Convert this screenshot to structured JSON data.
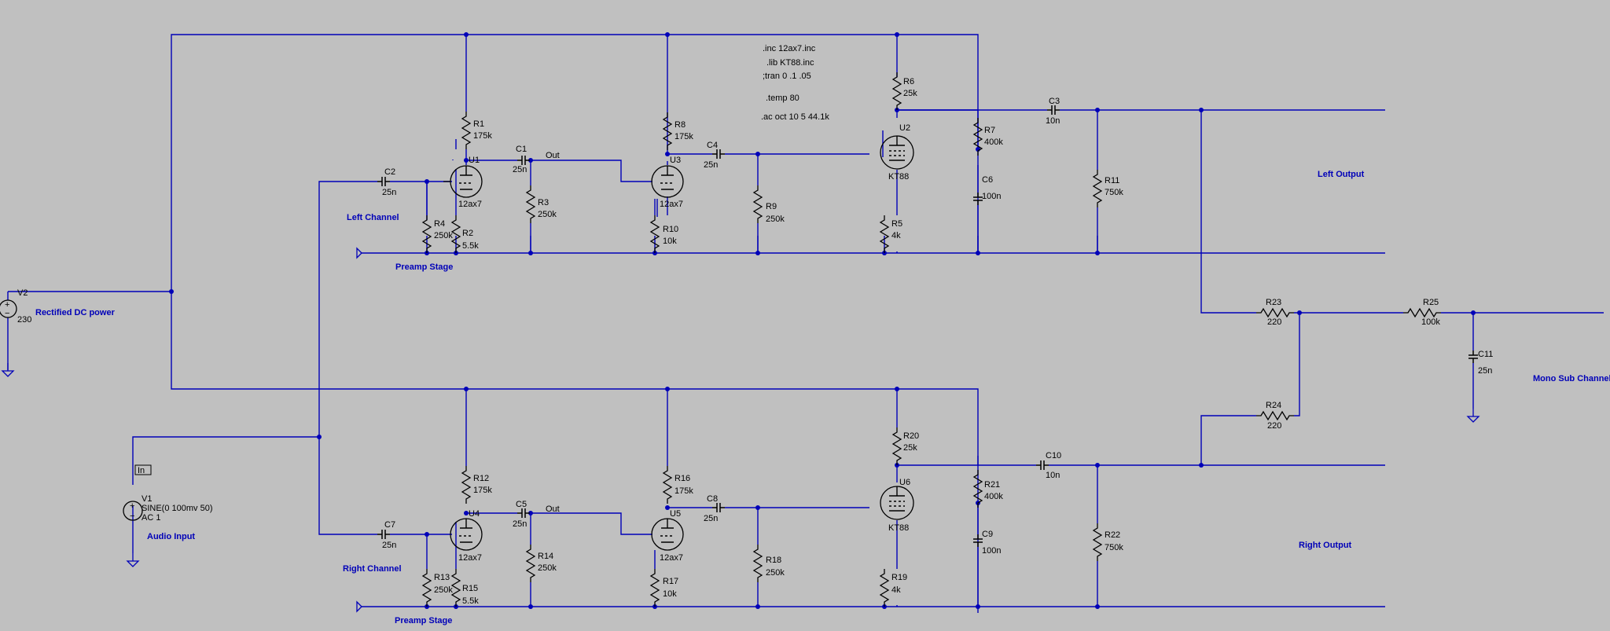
{
  "directives": [
    ".inc 12ax7.inc",
    ".lib KT88.inc",
    ";tran 0 .1 .05",
    ".temp 80",
    ".ac oct 10 5 44.1k"
  ],
  "labels": {
    "rectified": "Rectified DC power",
    "left_channel": "Left Channel",
    "right_channel": "Right Channel",
    "preamp_top": "Preamp Stage",
    "preamp_bot": "Preamp Stage",
    "left_output": "Left Output",
    "right_output": "Right Output",
    "mono": "Mono Sub Channel",
    "audio_input": "Audio Input",
    "out_top": "Out",
    "out_bot": "Out",
    "in_flag": "In"
  },
  "sources": {
    "V2": {
      "name": "V2",
      "value": "230"
    },
    "V1": {
      "name": "V1",
      "line1": "SINE(0 100mv 50)",
      "line2": "AC 1"
    }
  },
  "resistors": {
    "R1": {
      "name": "R1",
      "value": "175k"
    },
    "R2": {
      "name": "R2",
      "value": "5.5k"
    },
    "R3": {
      "name": "R3",
      "value": "250k"
    },
    "R4": {
      "name": "R4",
      "value": "250k"
    },
    "R5": {
      "name": "R5",
      "value": "4k"
    },
    "R6": {
      "name": "R6",
      "value": "25k"
    },
    "R7": {
      "name": "R7",
      "value": "400k"
    },
    "R8": {
      "name": "R8",
      "value": "175k"
    },
    "R9": {
      "name": "R9",
      "value": "250k"
    },
    "R10": {
      "name": "R10",
      "value": "10k"
    },
    "R11": {
      "name": "R11",
      "value": "750k"
    },
    "R12": {
      "name": "R12",
      "value": "175k"
    },
    "R13": {
      "name": "R13",
      "value": "250k"
    },
    "R14": {
      "name": "R14",
      "value": "250k"
    },
    "R15": {
      "name": "R15",
      "value": "5.5k"
    },
    "R16": {
      "name": "R16",
      "value": "175k"
    },
    "R17": {
      "name": "R17",
      "value": "10k"
    },
    "R18": {
      "name": "R18",
      "value": "250k"
    },
    "R19": {
      "name": "R19",
      "value": "4k"
    },
    "R20": {
      "name": "R20",
      "value": "25k"
    },
    "R21": {
      "name": "R21",
      "value": "400k"
    },
    "R22": {
      "name": "R22",
      "value": "750k"
    },
    "R23": {
      "name": "R23",
      "value": "220"
    },
    "R24": {
      "name": "R24",
      "value": "220"
    },
    "R25": {
      "name": "R25",
      "value": "100k"
    }
  },
  "capacitors": {
    "C1": {
      "name": "C1",
      "value": "25n"
    },
    "C2": {
      "name": "C2",
      "value": "25n"
    },
    "C3": {
      "name": "C3",
      "value": "10n"
    },
    "C4": {
      "name": "C4",
      "value": "25n"
    },
    "C5": {
      "name": "C5",
      "value": "25n"
    },
    "C6": {
      "name": "C6",
      "value": "100n"
    },
    "C7": {
      "name": "C7",
      "value": "25n"
    },
    "C8": {
      "name": "C8",
      "value": "25n"
    },
    "C9": {
      "name": "C9",
      "value": "100n"
    },
    "C10": {
      "name": "C10",
      "value": "10n"
    },
    "C11": {
      "name": "C11",
      "value": "25n"
    }
  },
  "tubes": {
    "U1": {
      "name": "U1",
      "model": "12ax7"
    },
    "U3": {
      "name": "U3",
      "model": "12ax7"
    },
    "U4": {
      "name": "U4",
      "model": "12ax7"
    },
    "U5": {
      "name": "U5",
      "model": "12ax7"
    },
    "U2": {
      "name": "U2",
      "model": "KT88"
    },
    "U6": {
      "name": "U6",
      "model": "KT88"
    }
  }
}
